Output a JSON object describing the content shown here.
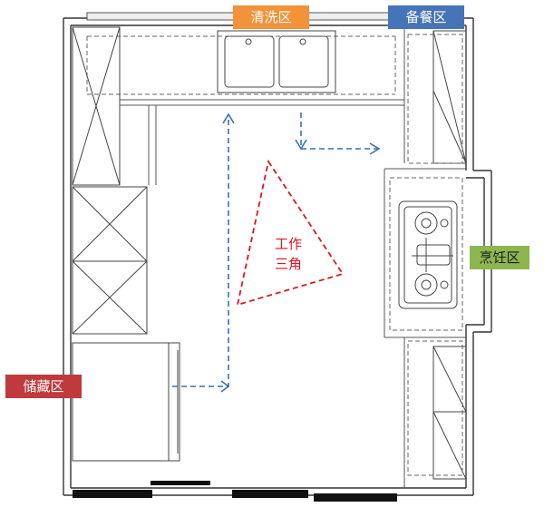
{
  "zones": {
    "wash": {
      "label": "清洗区",
      "color": "#f39239"
    },
    "prep": {
      "label": "备餐区",
      "color": "#4674b8"
    },
    "cook": {
      "label": "烹饪区",
      "color": "#8db650"
    },
    "storage": {
      "label": "储藏区",
      "color": "#c0393c"
    }
  },
  "work_triangle": {
    "line1": "工作",
    "line2": "三角",
    "color": "#e0141e"
  },
  "colors": {
    "wall": "#222222",
    "path": "#3a6fb5",
    "line": "#555555"
  }
}
